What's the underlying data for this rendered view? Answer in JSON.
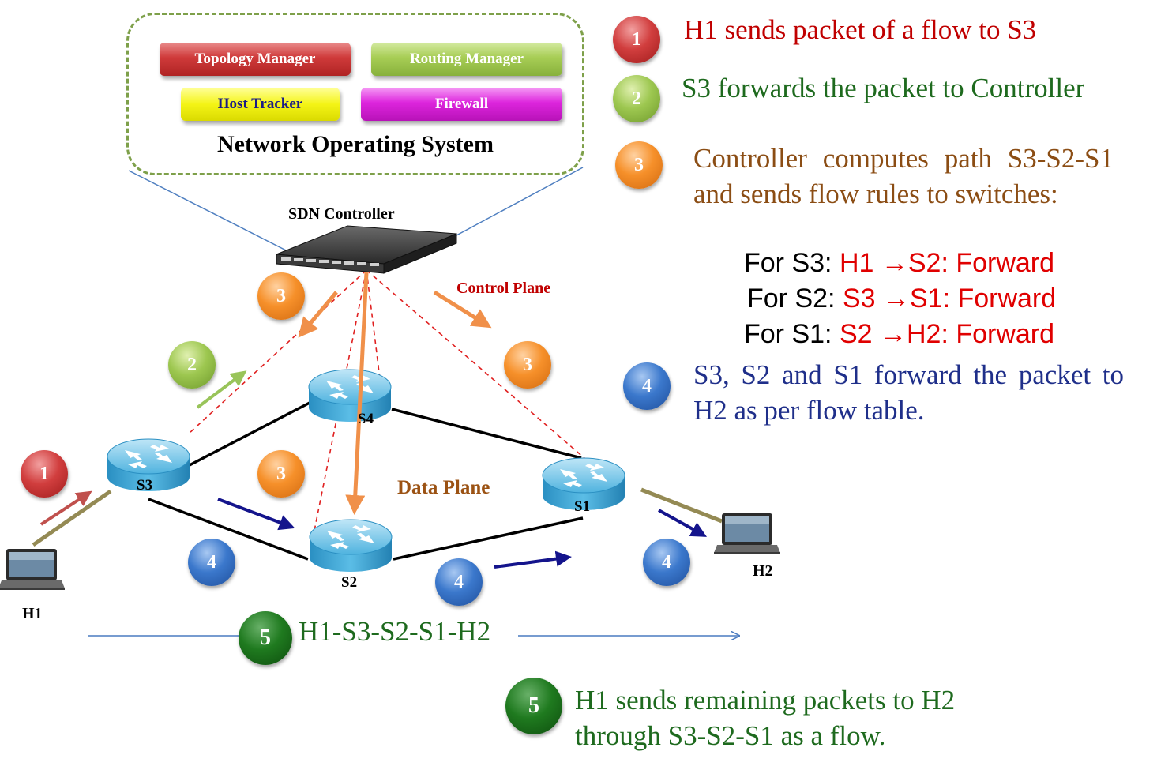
{
  "nos": {
    "title": "Network Operating System",
    "modules": {
      "topology": "Topology Manager",
      "routing": "Routing  Manager",
      "host_tracker": "Host Tracker",
      "firewall": "Firewall"
    },
    "colors": {
      "topology": "#c0392b",
      "routing": "#9ccc4f",
      "host_tracker": "#ffff00",
      "firewall": "#dd22dd"
    }
  },
  "labels": {
    "sdn_controller": "SDN Controller",
    "control_plane": "Control Plane",
    "data_plane": "Data Plane"
  },
  "nodes": {
    "switches": [
      "S3",
      "S4",
      "S2",
      "S1"
    ],
    "hosts": [
      "H1",
      "H2"
    ]
  },
  "badges": {
    "one": "1",
    "two": "2",
    "three": "3",
    "four": "4",
    "five": "5"
  },
  "path": "H1-S3-S2-S1-H2",
  "steps": {
    "step1": "H1 sends packet of a flow to S3",
    "step2": "S3 forwards the packet to Controller",
    "step3": "Controller computes path S3-S2-S1 and sends flow rules to switches:",
    "rules": [
      {
        "prefix": "For S3: ",
        "hop": "H1 ",
        "arrow": "→",
        "rest": "S2: Forward"
      },
      {
        "prefix": "For S2: ",
        "hop": "S3 ",
        "arrow": "→",
        "rest": "S1: Forward"
      },
      {
        "prefix": "For S1: ",
        "hop": "S2 ",
        "arrow": "→",
        "rest": "H2: Forward"
      }
    ],
    "step4": "S3, S2 and S1 forward the packet to H2 as per flow table.",
    "step5": "H1 sends remaining packets to H2 through S3-S2-S1 as a flow."
  }
}
